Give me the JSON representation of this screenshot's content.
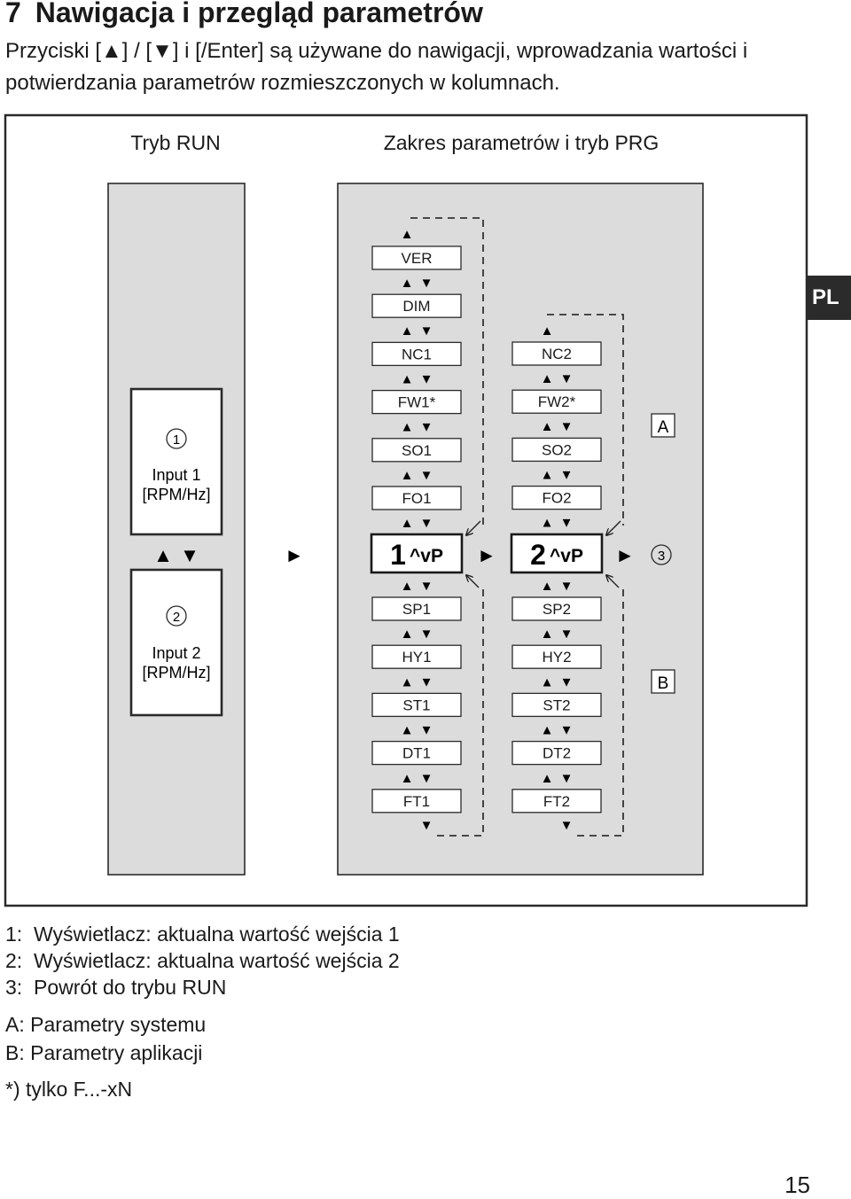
{
  "header": {
    "section_number": "7",
    "title": "Nawigacja i przegląd parametrów",
    "intro_line1": "Przyciski [▲] / [▼] i [/Enter] są używane do nawigacji, wprowadzania wartości i",
    "intro_line2": "potwierdzania parametrów rozmieszczonych w kolumnach."
  },
  "language_tab": "PL",
  "diagram": {
    "run_mode_label": "Tryb RUN",
    "prg_mode_label": "Zakres parametrów i tryb PRG",
    "input1": {
      "marker": "1",
      "line1": "Input 1",
      "line2": "[RPM/Hz]"
    },
    "input2": {
      "marker": "2",
      "line1": "Input 2",
      "line2": "[RPM/Hz]"
    },
    "column1_top": [
      "VER",
      "DIM",
      "NC1",
      "FW1*",
      "SO1",
      "FO1"
    ],
    "column1_display": {
      "digit": "1",
      "symbol": "^vP"
    },
    "column1_bottom": [
      "SP1",
      "HY1",
      "ST1",
      "DT1",
      "FT1"
    ],
    "column2_top": [
      "NC2",
      "FW2*",
      "SO2",
      "FO2"
    ],
    "column2_display": {
      "digit": "2",
      "symbol": "^vP"
    },
    "column2_bottom": [
      "SP2",
      "HY2",
      "ST2",
      "DT2",
      "FT2"
    ],
    "group_a": "A",
    "group_b": "B",
    "return_marker": "3",
    "arrow_up": "▲",
    "arrow_down": "▼",
    "arrow_right": "►"
  },
  "legend": [
    {
      "key": "1:",
      "text": "Wyświetlacz: aktualna wartość wejścia 1"
    },
    {
      "key": "2:",
      "text": "Wyświetlacz: aktualna wartość wejścia 2"
    },
    {
      "key": "3:",
      "text": "Powrót do trybu RUN"
    }
  ],
  "groups_legend": [
    "A: Parametry systemu",
    "B: Parametry aplikacji"
  ],
  "footnote": "*) tylko F...-xN",
  "page_number": "15"
}
